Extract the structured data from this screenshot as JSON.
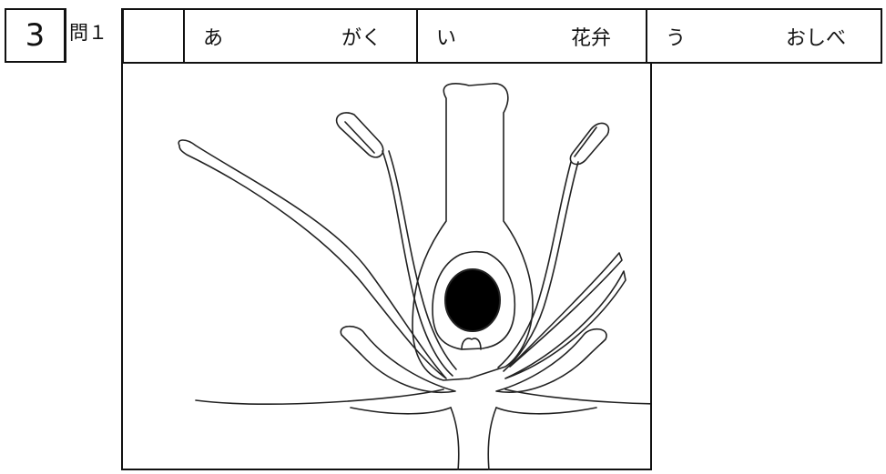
{
  "question": {
    "section_number": "3",
    "question_label": "問１"
  },
  "answers": [
    {
      "key": "",
      "value": ""
    },
    {
      "key": "あ",
      "value": "がく"
    },
    {
      "key": "い",
      "value": "花弁"
    },
    {
      "key": "う",
      "value": "おしべ"
    }
  ],
  "diagram": {
    "subject": "flower-cross-section",
    "ovary_fill": "#000000"
  }
}
